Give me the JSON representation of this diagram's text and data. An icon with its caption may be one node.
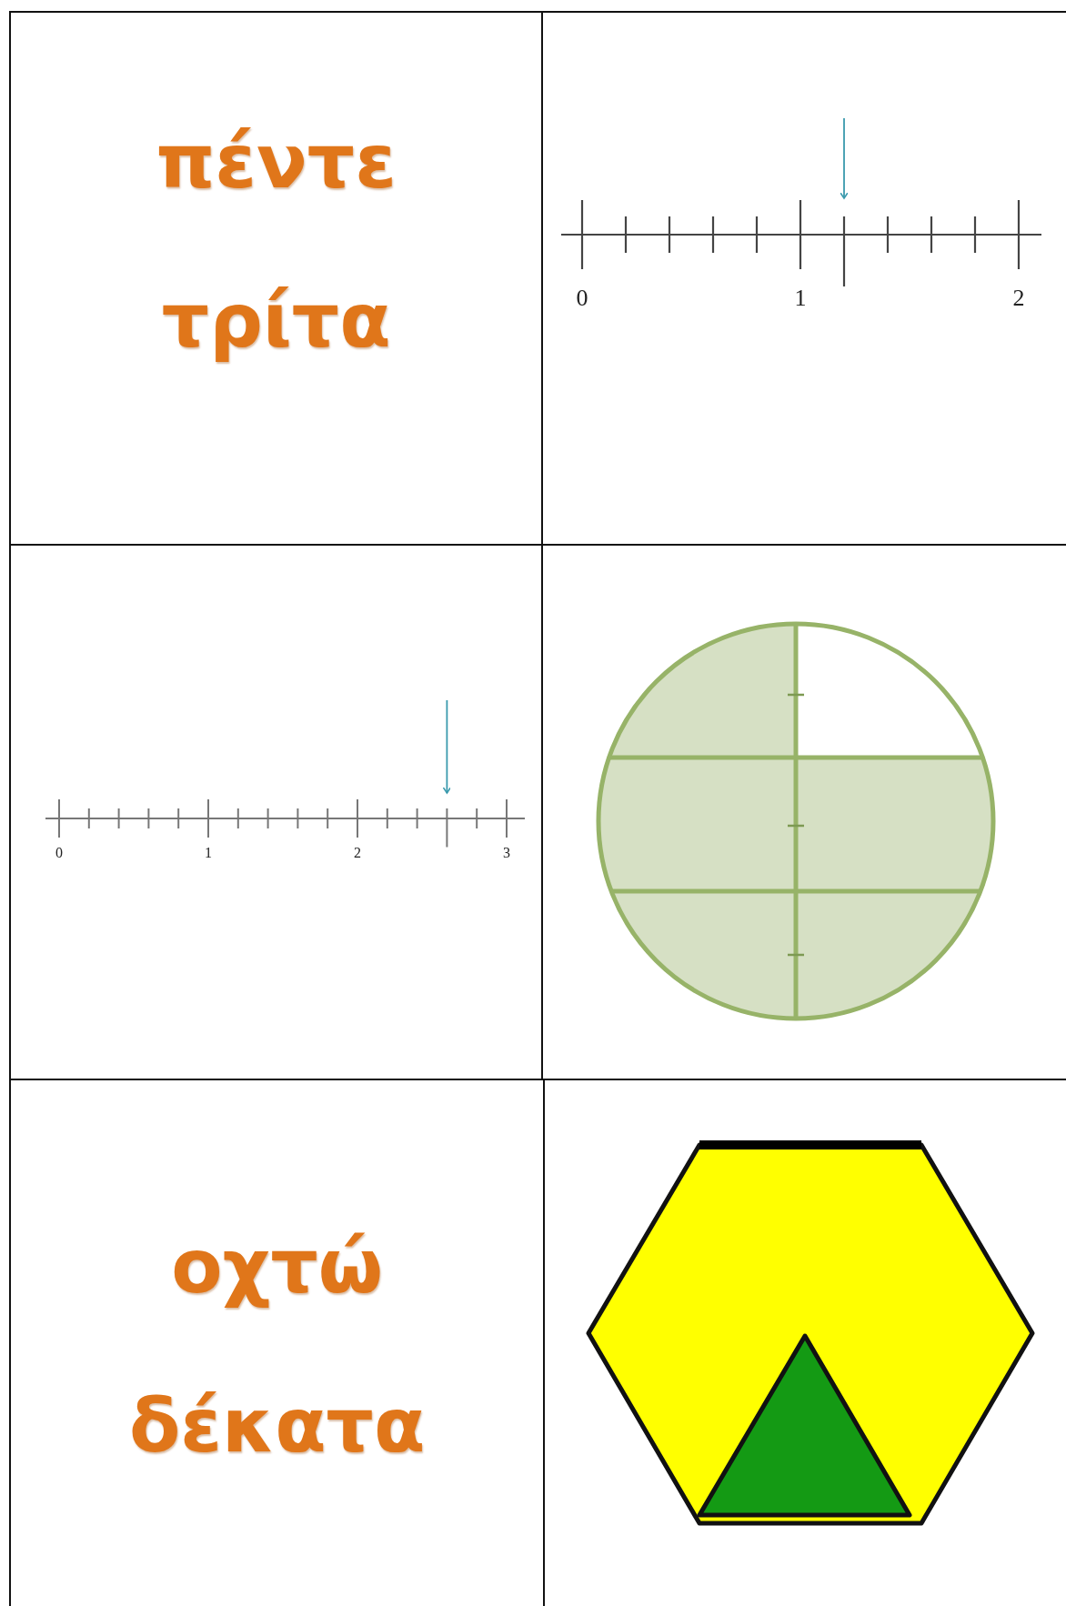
{
  "diagram": {
    "labels": [
      "πέντε τρίτα",
      "0",
      "1",
      "2",
      "0",
      "1",
      "2",
      "3",
      "οχτώ δέκατα"
    ]
  }
}
